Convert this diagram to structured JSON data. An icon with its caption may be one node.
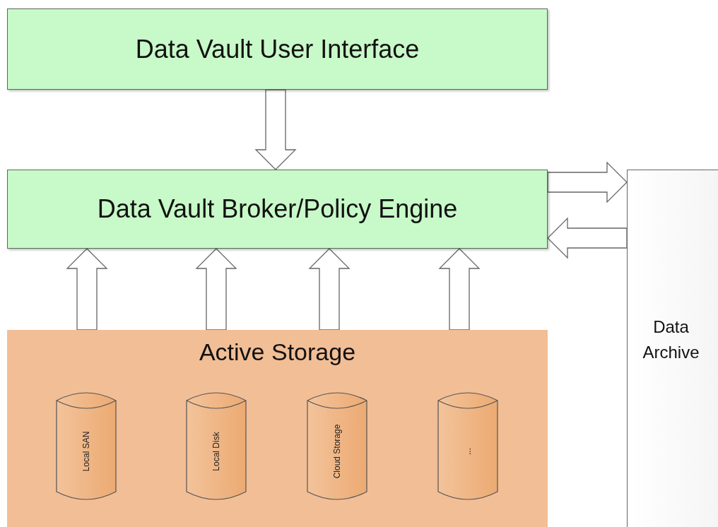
{
  "diagram": {
    "nodes": [
      {
        "text": [
          "Data Vault User Interface"
        ]
      },
      {
        "text": [
          "Data Vault Broker/Policy Engine"
        ]
      },
      {
        "text": [
          "Active Storage"
        ]
      },
      {
        "text": [
          "Local SAN"
        ],
        "in": 2
      },
      {
        "text": [
          "Local Disk"
        ],
        "in": 2
      },
      {
        "text": [
          "Cloud Storage"
        ],
        "in": 2
      },
      {
        "text": [
          "..."
        ],
        "in": 2
      },
      {
        "text": [
          "Data Archive"
        ]
      }
    ],
    "edges": [
      {
        "from": 0,
        "to": 1,
        "arrow": "to"
      },
      {
        "from": 2,
        "to": 1,
        "arrow": "to"
      },
      {
        "from": 2,
        "to": 1,
        "arrow": "to"
      },
      {
        "from": 2,
        "to": 1,
        "arrow": "to"
      },
      {
        "from": 2,
        "to": 1,
        "arrow": "to"
      },
      {
        "from": 1,
        "to": 7,
        "arrow": "to"
      },
      {
        "from": 7,
        "to": 1,
        "arrow": "to"
      }
    ]
  }
}
